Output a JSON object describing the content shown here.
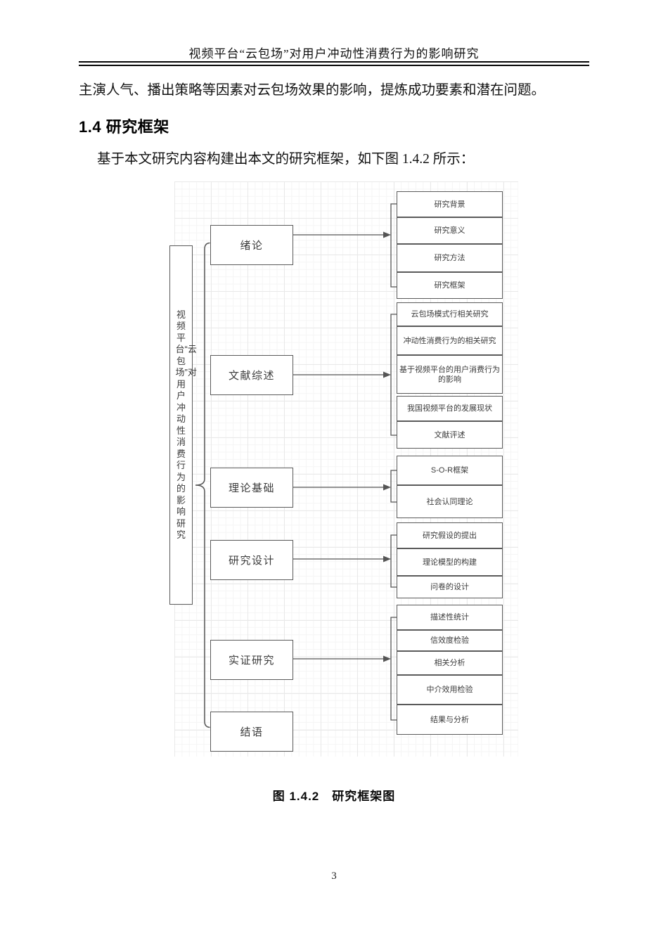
{
  "header": {
    "title": "视频平台“云包场”对用户冲动性消费行为的影响研究"
  },
  "content": {
    "intro_text": "主演人气、播出策略等因素对云包场效果的影响，提炼成功要素和潜在问题。",
    "section_heading": "1.4 研究框架",
    "lead_text": "基于本文研究内容构建出本文的研究框架，如下图 1.4.2 所示：",
    "caption": "图 1.4.2　研究框架图"
  },
  "diagram": {
    "root_label": "视频平台“云包场”对用户冲动性消费行为的影响研究",
    "chapters": [
      {
        "label": "绪论",
        "items": [
          "研究背景",
          "研究意义",
          "研究方法",
          "研究框架"
        ]
      },
      {
        "label": "文献综述",
        "items": [
          "云包场模式行相关研究",
          "冲动性消费行为的相关研究",
          "基于视频平台的用户消费行为的影响",
          "我国视频平台的发展现状",
          "文献评述"
        ]
      },
      {
        "label": "理论基础",
        "items": [
          "S-O-R框架",
          "社会认同理论"
        ]
      },
      {
        "label": "研究设计",
        "items": [
          "研究假设的提出",
          "理论模型的构建",
          "问卷的设计"
        ]
      },
      {
        "label": "实证研究",
        "items": [
          "描述性统计",
          "信效度检验",
          "相关分析",
          "中介效用检验",
          "结果与分析"
        ]
      },
      {
        "label": "结语",
        "items": []
      }
    ],
    "colors": {
      "box_border": "#5a5a5a",
      "line": "#555555",
      "text": "#3b3b3b",
      "grid": "#e9e9e9"
    }
  },
  "page": {
    "number": "3"
  }
}
